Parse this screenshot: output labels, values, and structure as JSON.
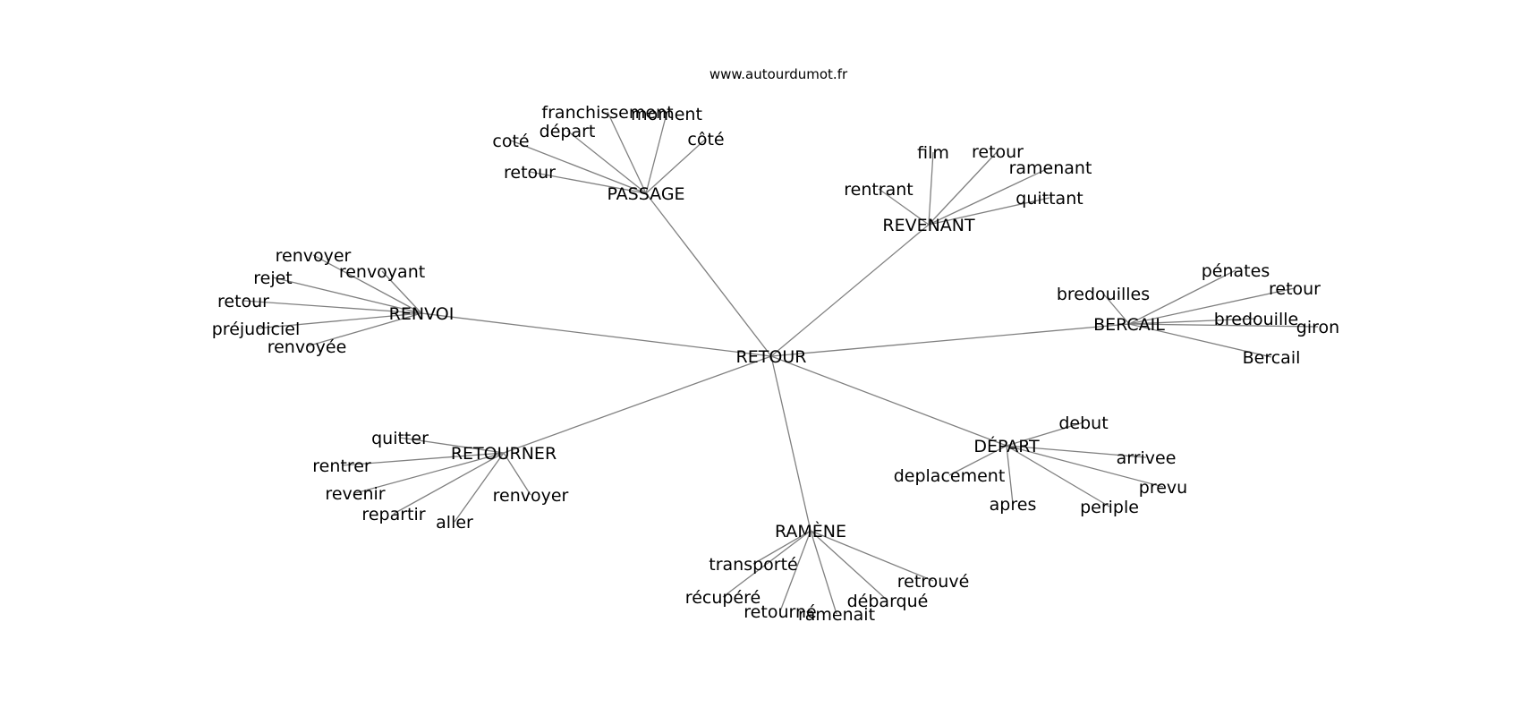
{
  "site": "www.autourdumot.fr",
  "center": "RETOUR",
  "clusters": [
    {
      "hub": "PASSAGE",
      "leaves": [
        "franchissement",
        "moment",
        "départ",
        "côté",
        "coté",
        "retour"
      ]
    },
    {
      "hub": "REVENANT",
      "leaves": [
        "film",
        "retour",
        "ramenant",
        "rentrant",
        "quittant"
      ]
    },
    {
      "hub": "RENVOI",
      "leaves": [
        "renvoyer",
        "renvoyant",
        "rejet",
        "retour",
        "préjudiciel",
        "renvoyée"
      ]
    },
    {
      "hub": "BERCAIL",
      "leaves": [
        "pénates",
        "bredouilles",
        "retour",
        "bredouille",
        "giron",
        "Bercail"
      ]
    },
    {
      "hub": "RETOURNER",
      "leaves": [
        "quitter",
        "rentrer",
        "revenir",
        "repartir",
        "aller",
        "renvoyer"
      ]
    },
    {
      "hub": "DÉPART",
      "leaves": [
        "debut",
        "arrivee",
        "deplacement",
        "prevu",
        "apres",
        "periple"
      ]
    },
    {
      "hub": "RAMÈNE",
      "leaves": [
        "transporté",
        "retrouvé",
        "récupéré",
        "débarqué",
        "retourné",
        "ramenait"
      ]
    }
  ]
}
